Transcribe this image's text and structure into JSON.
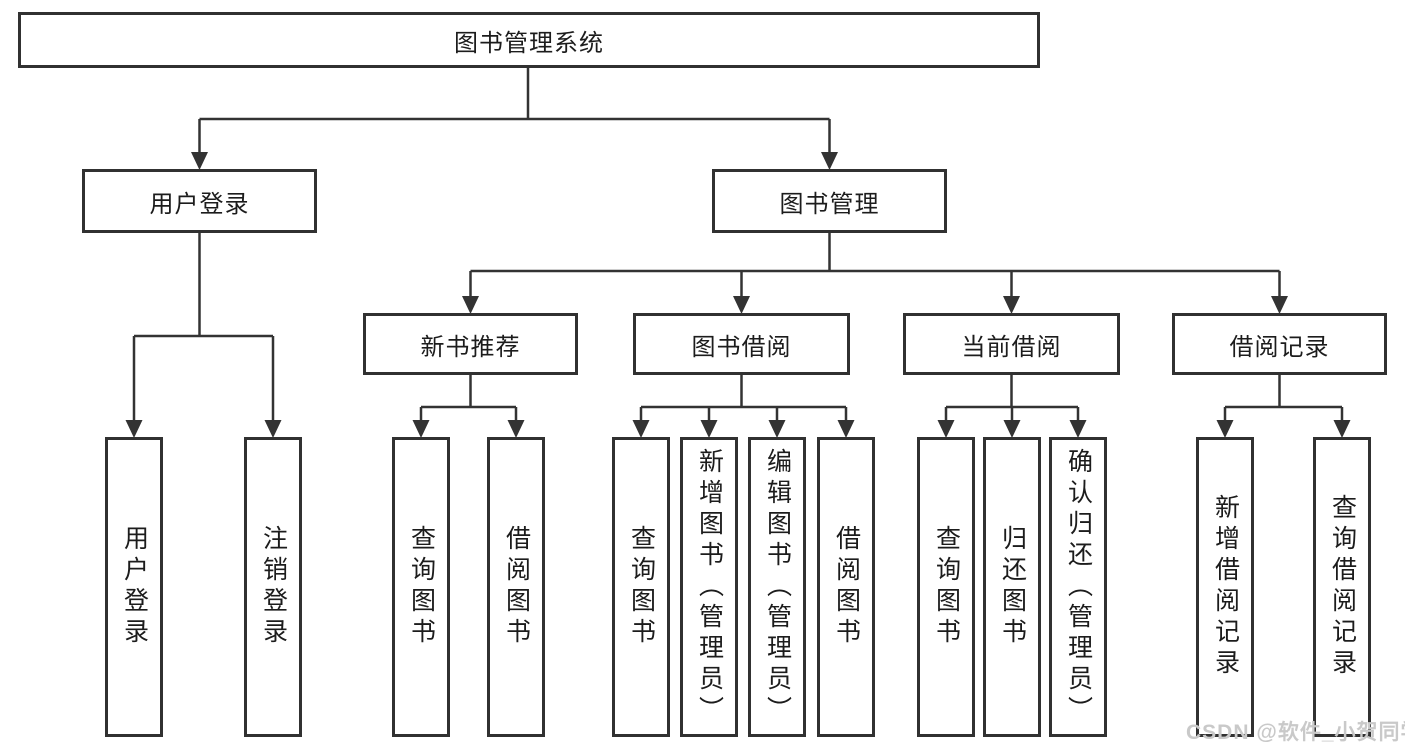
{
  "diagram": {
    "watermark": "CSDN @软件_小贺同学",
    "colors": {
      "line": "#333333",
      "box_border": "#313131",
      "text": "#1c1c1c",
      "watermark": "#c9c9c9",
      "background": "#ffffff"
    }
  },
  "tree": {
    "label": "图书管理系统",
    "children": [
      {
        "label": "用户登录",
        "children": [
          {
            "label": "用户登录"
          },
          {
            "label": "注销登录"
          }
        ]
      },
      {
        "label": "图书管理",
        "children": [
          {
            "label": "新书推荐",
            "children": [
              {
                "label": "查询图书"
              },
              {
                "label": "借阅图书"
              }
            ]
          },
          {
            "label": "图书借阅",
            "children": [
              {
                "label": "查询图书"
              },
              {
                "label": "新增图书（管理员）"
              },
              {
                "label": "编辑图书（管理员）"
              },
              {
                "label": "借阅图书"
              }
            ]
          },
          {
            "label": "当前借阅",
            "children": [
              {
                "label": "查询图书"
              },
              {
                "label": "归还图书"
              },
              {
                "label": "确认归还（管理员）"
              }
            ]
          },
          {
            "label": "借阅记录",
            "children": [
              {
                "label": "新增借阅记录"
              },
              {
                "label": "查询借阅记录"
              }
            ]
          }
        ]
      }
    ]
  }
}
